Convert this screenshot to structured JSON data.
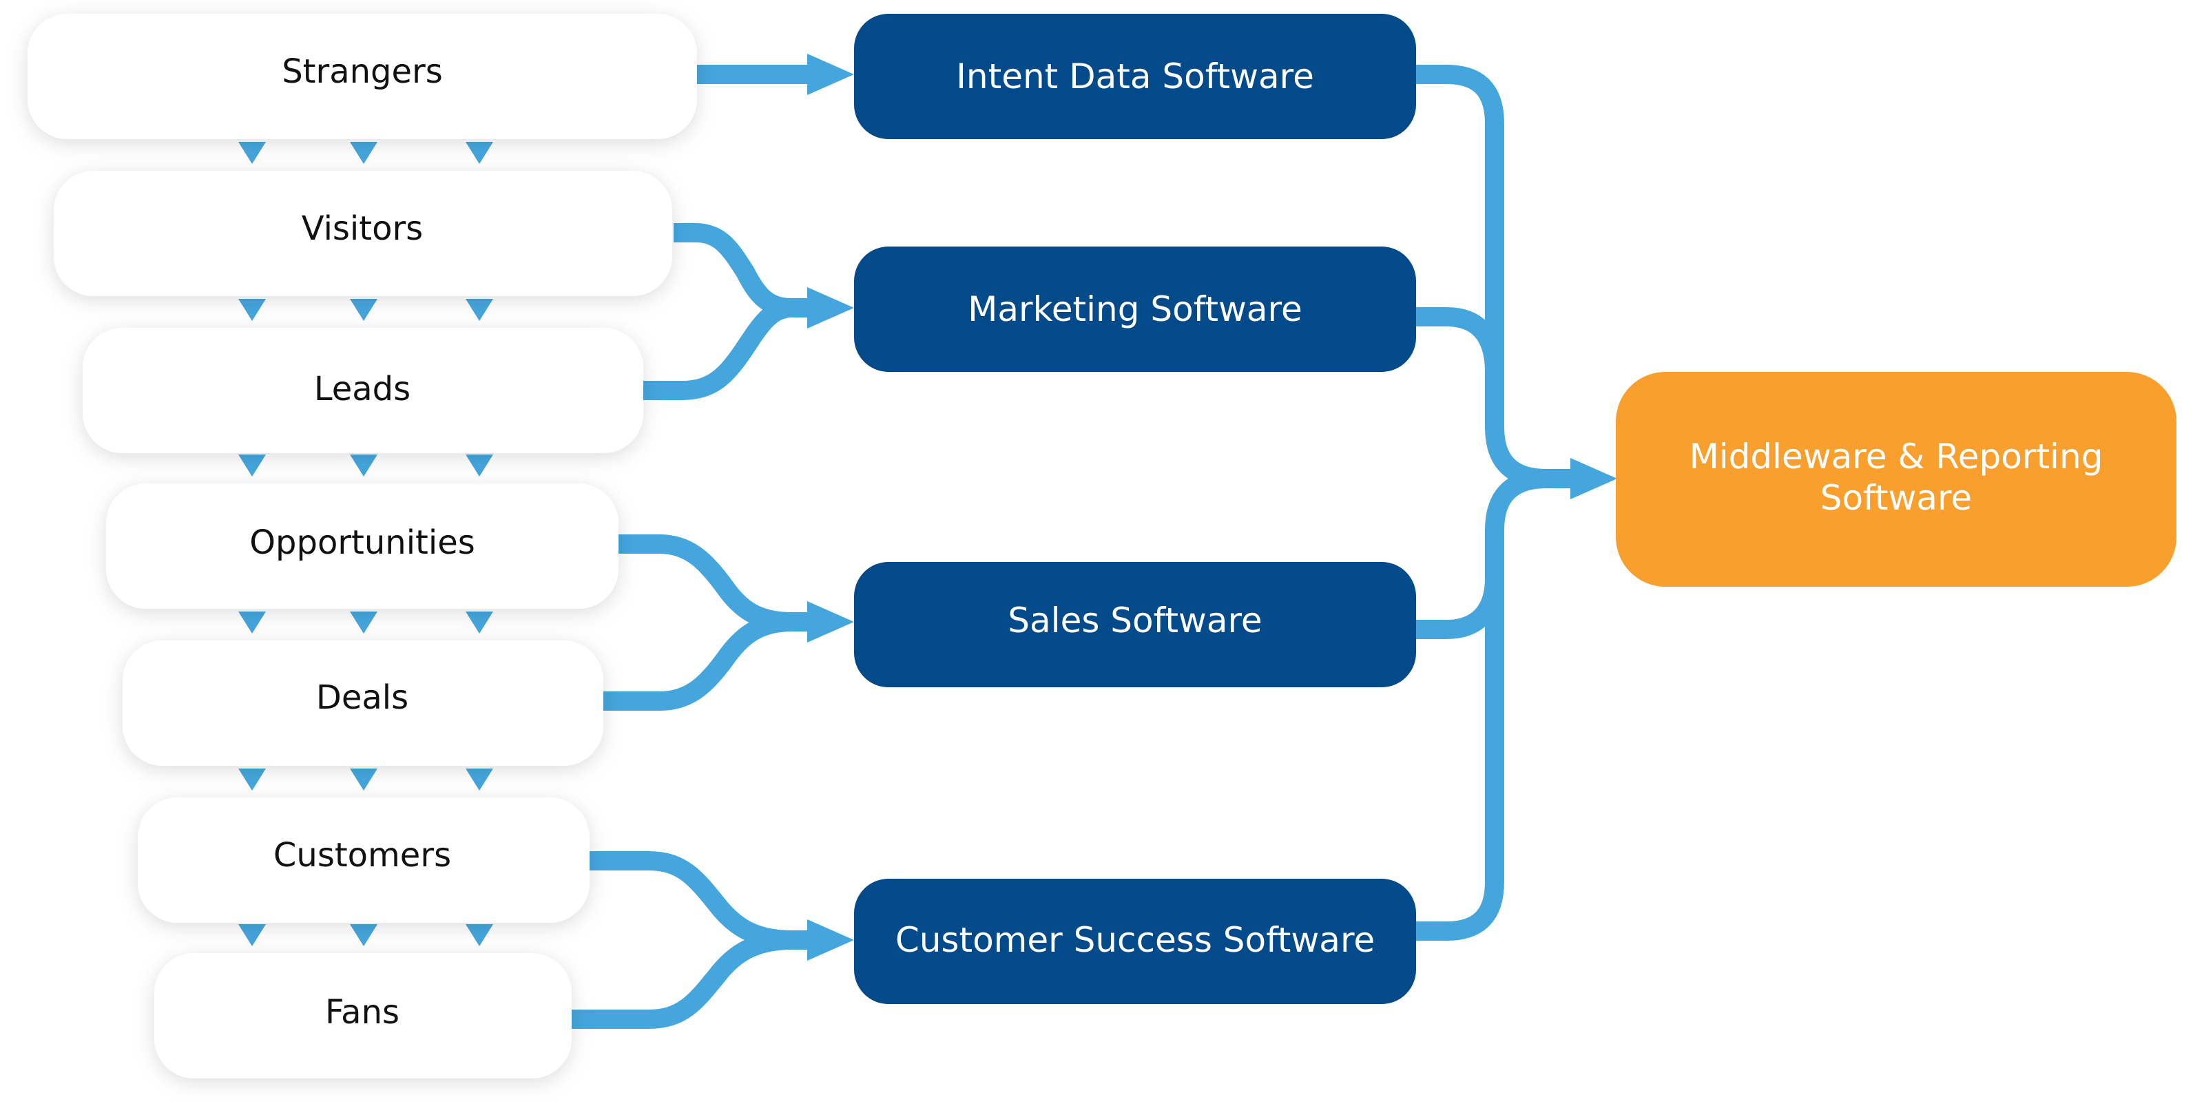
{
  "stages": [
    {
      "label": "Strangers"
    },
    {
      "label": "Visitors"
    },
    {
      "label": "Leads"
    },
    {
      "label": "Opportunities"
    },
    {
      "label": "Deals"
    },
    {
      "label": "Customers"
    },
    {
      "label": "Fans"
    }
  ],
  "software": [
    {
      "label": "Intent Data Software"
    },
    {
      "label": "Marketing Software"
    },
    {
      "label": "Sales Software"
    },
    {
      "label": "Customer Success Software"
    }
  ],
  "destination": {
    "line1": "Middleware & Reporting",
    "line2": "Software"
  },
  "colors": {
    "stage_fill": "#ffffff",
    "software_fill": "#034a8a",
    "destination_fill": "#f89f2e",
    "connector": "#44a6dd"
  },
  "icons": {
    "stage_step": "down-triangle-icon",
    "connector_end": "arrowhead-icon"
  }
}
